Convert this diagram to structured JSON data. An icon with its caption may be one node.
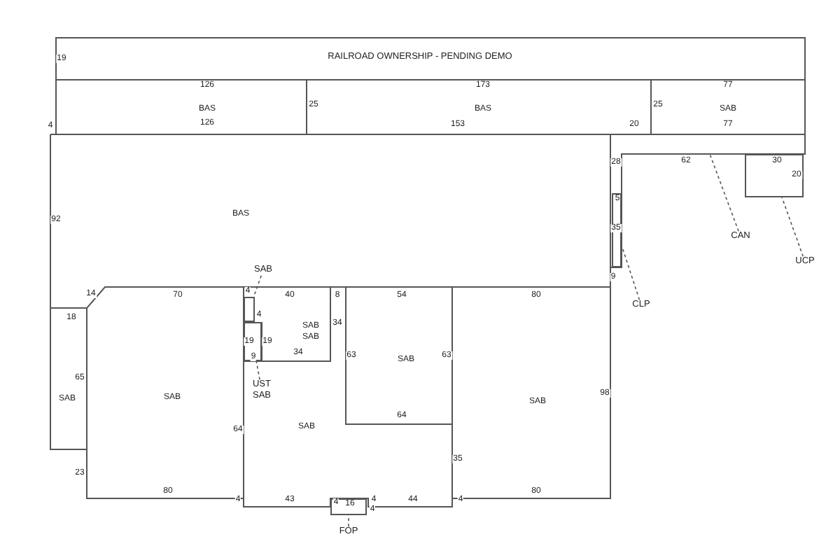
{
  "diagram": {
    "nodes": [
      {
        "text": [
          "SAB"
        ]
      },
      {
        "text": [],
        "shape": "box"
      },
      {
        "text": [
          "UST",
          "SAB"
        ]
      },
      {
        "text": [],
        "shape": "box"
      },
      {
        "text": [
          "FOP"
        ]
      },
      {
        "text": [],
        "shape": "box"
      },
      {
        "text": [
          "CLP"
        ]
      },
      {
        "text": [],
        "shape": "box"
      },
      {
        "text": [
          "CAN"
        ]
      },
      {
        "text": [
          "UCP"
        ]
      },
      {
        "text": [],
        "shape": "box"
      }
    ],
    "edges": [
      {
        "from": 0,
        "to": 1,
        "arrow": "none",
        "style": "dashed"
      },
      {
        "from": 2,
        "to": 3,
        "arrow": "none",
        "style": "dashed"
      },
      {
        "from": 4,
        "to": 5,
        "arrow": "none",
        "style": "dashed"
      },
      {
        "from": 6,
        "to": 7,
        "arrow": "none",
        "style": "dashed"
      },
      {
        "from": 8,
        "to": null,
        "arrow": "none",
        "style": "dashed"
      },
      {
        "from": 9,
        "to": 10,
        "arrow": "none",
        "style": "dashed"
      }
    ],
    "labels": [
      "19",
      "RAILROAD OWNERSHIP - PENDING DEMO",
      "126",
      "173",
      "77",
      "BAS",
      "25",
      "BAS",
      "25",
      "SAB",
      "4",
      "126",
      "153",
      "20",
      "77",
      "28",
      "62",
      "30",
      "20",
      "5",
      "92",
      "BAS",
      "35",
      "9",
      "14",
      "4",
      "70",
      "40",
      "8",
      "54",
      "80",
      "18",
      "4",
      "34",
      "SAB",
      "SAB",
      "19",
      "19",
      "34",
      "9",
      "63",
      "SAB",
      "63",
      "65",
      "SAB",
      "SAB",
      "64",
      "SAB",
      "64",
      "98",
      "SAB",
      "35",
      "23",
      "80",
      "4",
      "43",
      "4",
      "16",
      "4",
      "4",
      "44",
      "4",
      "80"
    ]
  }
}
